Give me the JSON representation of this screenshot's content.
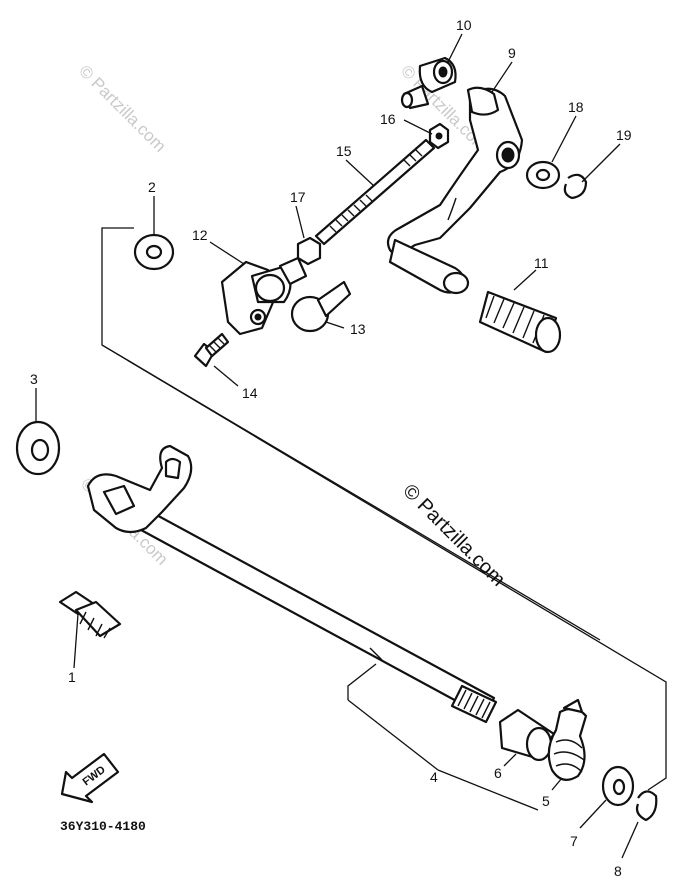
{
  "diagram": {
    "part_code": "36Y310-4180",
    "watermarks": [
      "© Partzilla.com",
      "© Partzilla.com",
      "© Partzilla.com",
      "© Partzilla.com"
    ],
    "main_watermark": "© Partzilla.com",
    "fwd_label": "FWD",
    "callouts": {
      "c1": "1",
      "c2": "2",
      "c3": "3",
      "c4": "4",
      "c5": "5",
      "c6": "6",
      "c7": "7",
      "c8": "8",
      "c9": "9",
      "c10": "10",
      "c11": "11",
      "c12": "12",
      "c13": "13",
      "c14": "14",
      "c15": "15",
      "c16": "16",
      "c17": "17",
      "c18": "18",
      "c19": "19"
    }
  }
}
